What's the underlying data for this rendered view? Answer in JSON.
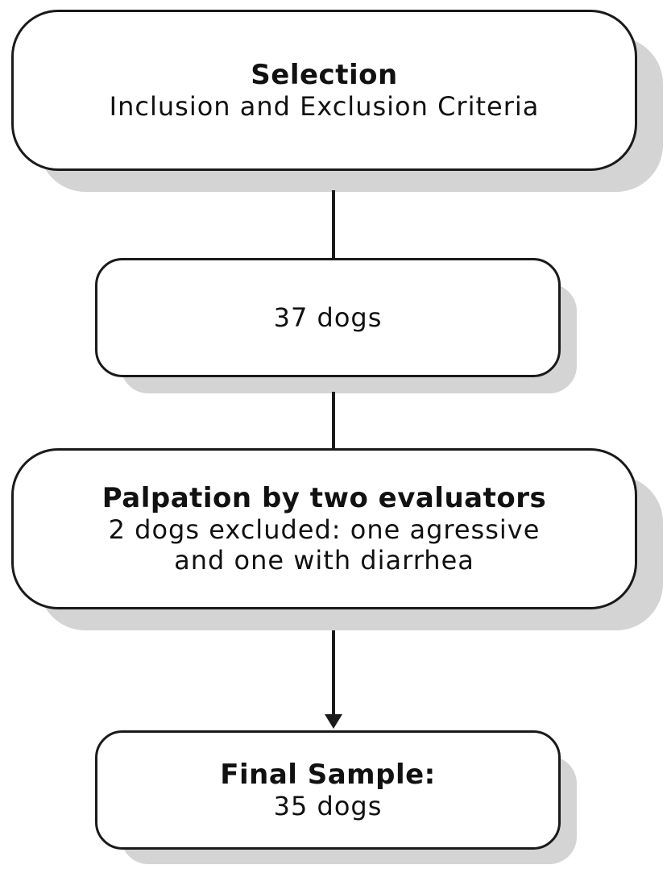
{
  "flowchart": {
    "steps": [
      {
        "title": "Selection",
        "lines": [
          "Inclusion and Exclusion Criteria"
        ]
      },
      {
        "title": "",
        "lines": [
          "37 dogs"
        ]
      },
      {
        "title": "Palpation by two evaluators",
        "lines": [
          "2 dogs excluded: one agressive",
          "and one with diarrhea"
        ]
      },
      {
        "title": "Final Sample:",
        "lines": [
          "35 dogs"
        ]
      }
    ]
  }
}
